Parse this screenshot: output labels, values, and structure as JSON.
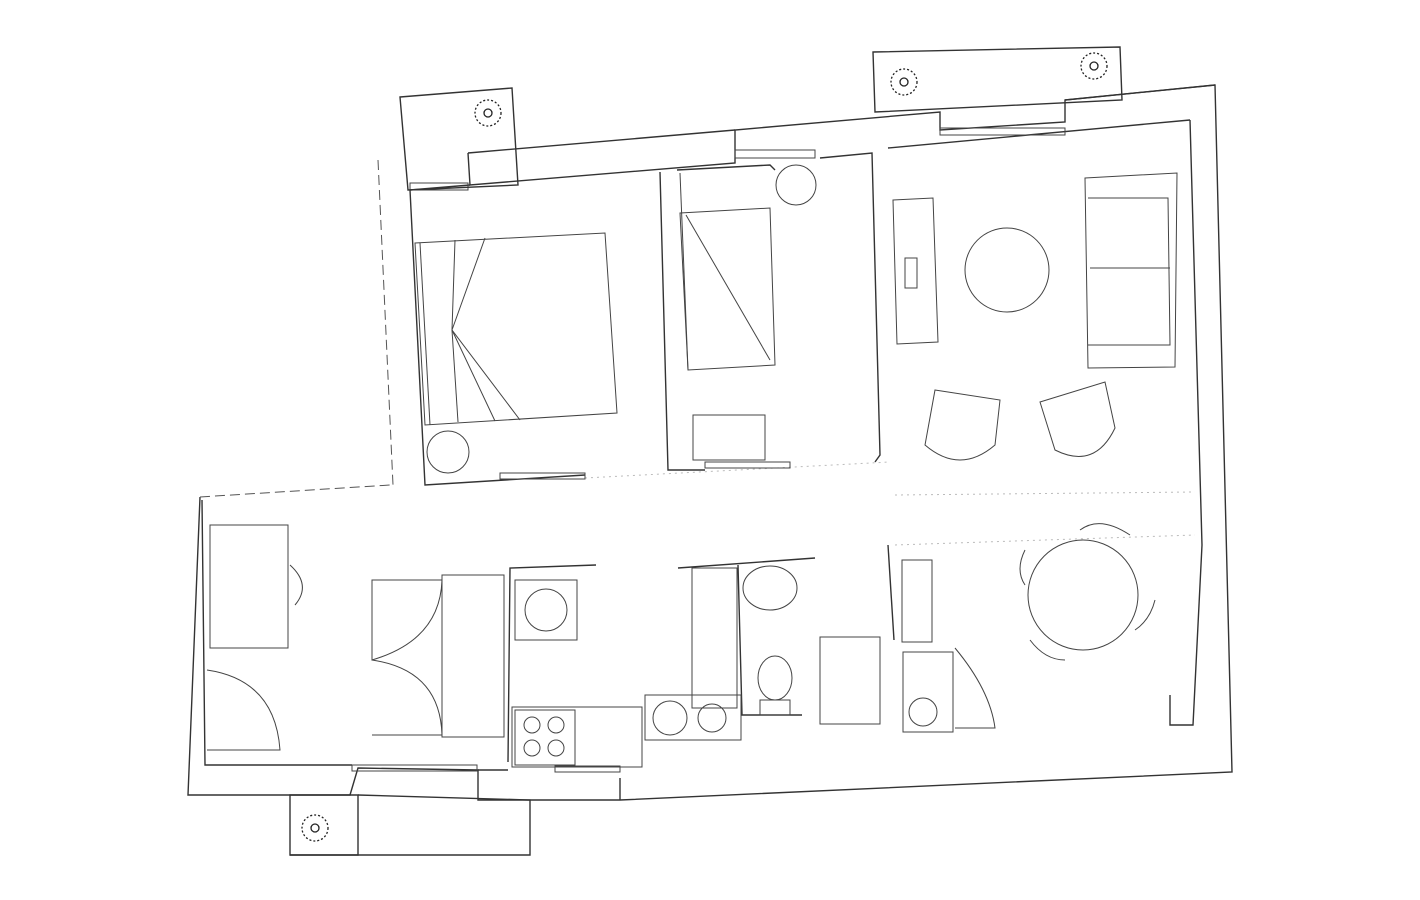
{
  "diagram": {
    "type": "floor-plan",
    "line_color": "#333333",
    "background": "#ffffff",
    "rooms": [
      "bedroom",
      "single-bedroom",
      "living-room",
      "dining-area",
      "hallway",
      "kitchen",
      "bathroom",
      "laundry"
    ],
    "balconies": 3
  }
}
